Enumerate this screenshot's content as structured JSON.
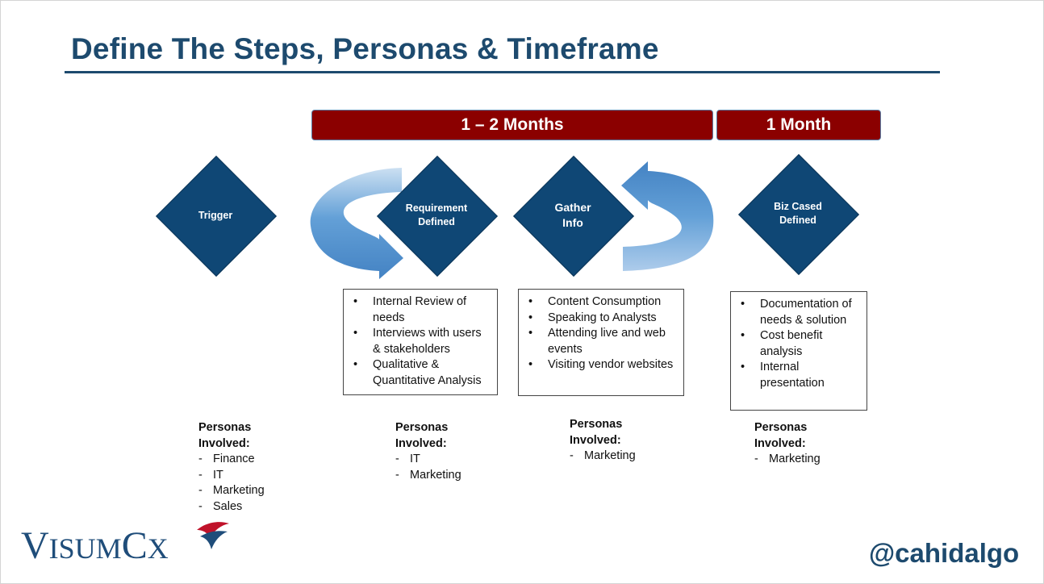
{
  "title": "Define The Steps, Personas & Timeframe",
  "timeframes": [
    {
      "label": "1 – 2 Months"
    },
    {
      "label": "1 Month"
    }
  ],
  "steps": [
    {
      "label": "Trigger"
    },
    {
      "label": "Requirement\nDefined"
    },
    {
      "label": "Gather\nInfo"
    },
    {
      "label": "Biz Cased\nDefined"
    }
  ],
  "activities": [
    {
      "items": [
        "Internal Review of needs",
        "Interviews with users & stakeholders",
        "Qualitative & Quantitative Analysis"
      ]
    },
    {
      "items": [
        "Content Consumption",
        "Speaking to Analysts",
        "Attending live and web events",
        "Visiting vendor websites"
      ]
    },
    {
      "items": [
        "Documentation of needs & solution",
        "Cost benefit analysis",
        "Internal presentation"
      ]
    }
  ],
  "personas": [
    {
      "heading": "Personas\nInvolved:",
      "items": [
        "Finance",
        "IT",
        "Marketing",
        "Sales"
      ]
    },
    {
      "heading": "Personas\nInvolved:",
      "items": [
        "IT",
        "Marketing"
      ]
    },
    {
      "heading": "Personas\nInvolved:",
      "items": [
        "Marketing"
      ]
    },
    {
      "heading": "Personas\nInvolved:",
      "items": [
        "Marketing"
      ]
    }
  ],
  "logo": {
    "text": "VisumCx"
  },
  "handle": "@cahidalgo",
  "colors": {
    "title": "#1d4a6e",
    "timeframe_bar": "#8b0000",
    "diamond": "#0f4775",
    "arrow": "#5b9bd5"
  }
}
